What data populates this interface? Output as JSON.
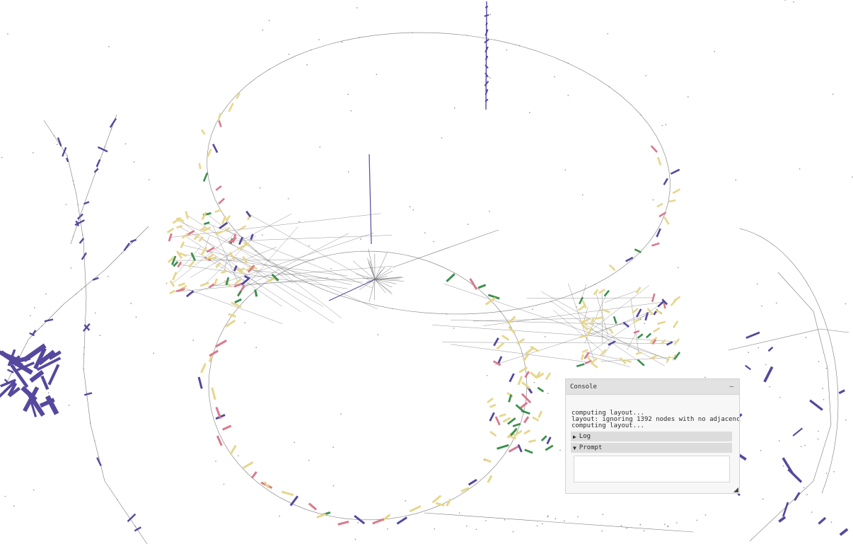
{
  "colors": {
    "background": "#ffffff",
    "edge": "#7a7a7a",
    "node_yellow": "#e6d68c",
    "node_pink": "#d9798c",
    "node_green": "#3d8f4e",
    "node_blue": "#55489e",
    "dot": "#8c8c8c"
  },
  "console": {
    "title": "Console",
    "collapse_glyph": "–",
    "log_lines": [
      "computing layout...",
      "layout: ignoring 1392 nodes with no adjacenc",
      "computing layout..."
    ],
    "sections": {
      "log": {
        "arrow": "▶",
        "label": "Log"
      },
      "prompt": {
        "arrow": "▼",
        "label": "Prompt"
      }
    },
    "prompt_value": ""
  },
  "graph": {
    "description_icon": "graph-layout-canvas"
  }
}
